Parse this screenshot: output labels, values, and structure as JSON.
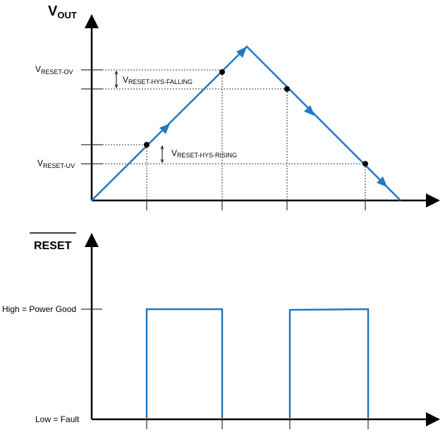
{
  "top_plot": {
    "y_axis_label": {
      "main": "V",
      "sub": "OUT"
    },
    "threshold_ov": {
      "main": "V",
      "sub": "RESET-OV"
    },
    "threshold_uv": {
      "main": "V",
      "sub": "RESET-UV"
    },
    "hys_falling": {
      "main": "V",
      "sub": "RESET-HYS-FALLING"
    },
    "hys_rising": {
      "main": "V",
      "sub": "RESET-HYS-RISING"
    }
  },
  "bottom_plot": {
    "y_axis_label": "RESET",
    "high_level_label": "High = Power Good",
    "low_level_label": "Low = Fault"
  },
  "colors": {
    "signal": "#1f78c4",
    "axis": "#000000",
    "guide": "#000000"
  }
}
